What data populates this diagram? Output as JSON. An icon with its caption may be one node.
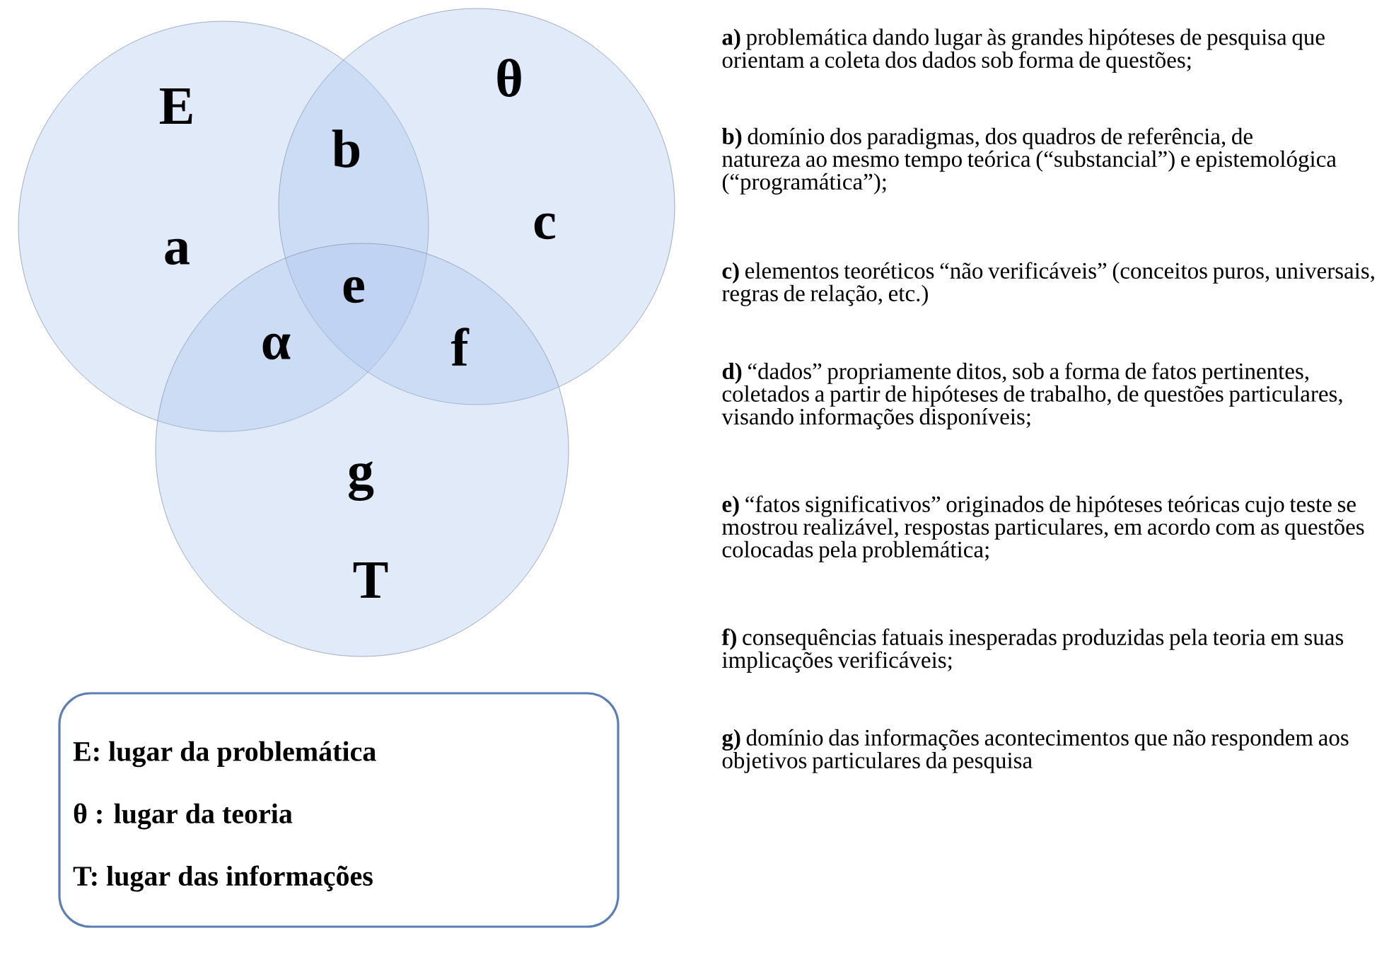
{
  "diagram": {
    "nodes": [
      {
        "text": [
          "E",
          "a"
        ]
      },
      {
        "text": [
          "θ",
          "c"
        ]
      },
      {
        "text": [
          "g",
          "T"
        ]
      },
      {
        "text": [
          "E: lugar da problemática",
          "θ  : lugar da teoria",
          "T: lugar das informações"
        ]
      }
    ],
    "labels": [
      "b",
      "e",
      "α",
      "f",
      "**a)** problemática dando lugar às grandes hipóteses de pesquisa que orientam a coleta dos dados sob forma de questões;",
      "**b)** domínio dos paradigmas, dos quadros de referência, de natureza ao mesmo tempo teórica (“substancial”) e epistemológica (“programática”);",
      "**c)** elementos teoréticos “não verificáveis” (conceitos puros, universais, regras de relação, etc.)",
      "**d)** “dados” propriamente ditos, sob a forma de fatos pertinentes, coletados a partir de hipóteses de trabalho, de questões particulares, visando informações disponíveis;",
      "**e)** “fatos significativos” originados de hipóteses teóricas cujo teste se mostrou realizável, respostas particulares, em acordo com as questões colocadas pela problemática;",
      "**f)** consequências fatuais inesperadas produzidas pela teoria em suas implicações verificáveis;",
      "**g)** domínio das informações acontecimentos que não respondem aos objetivos particulares da pesquisa"
    ]
  }
}
